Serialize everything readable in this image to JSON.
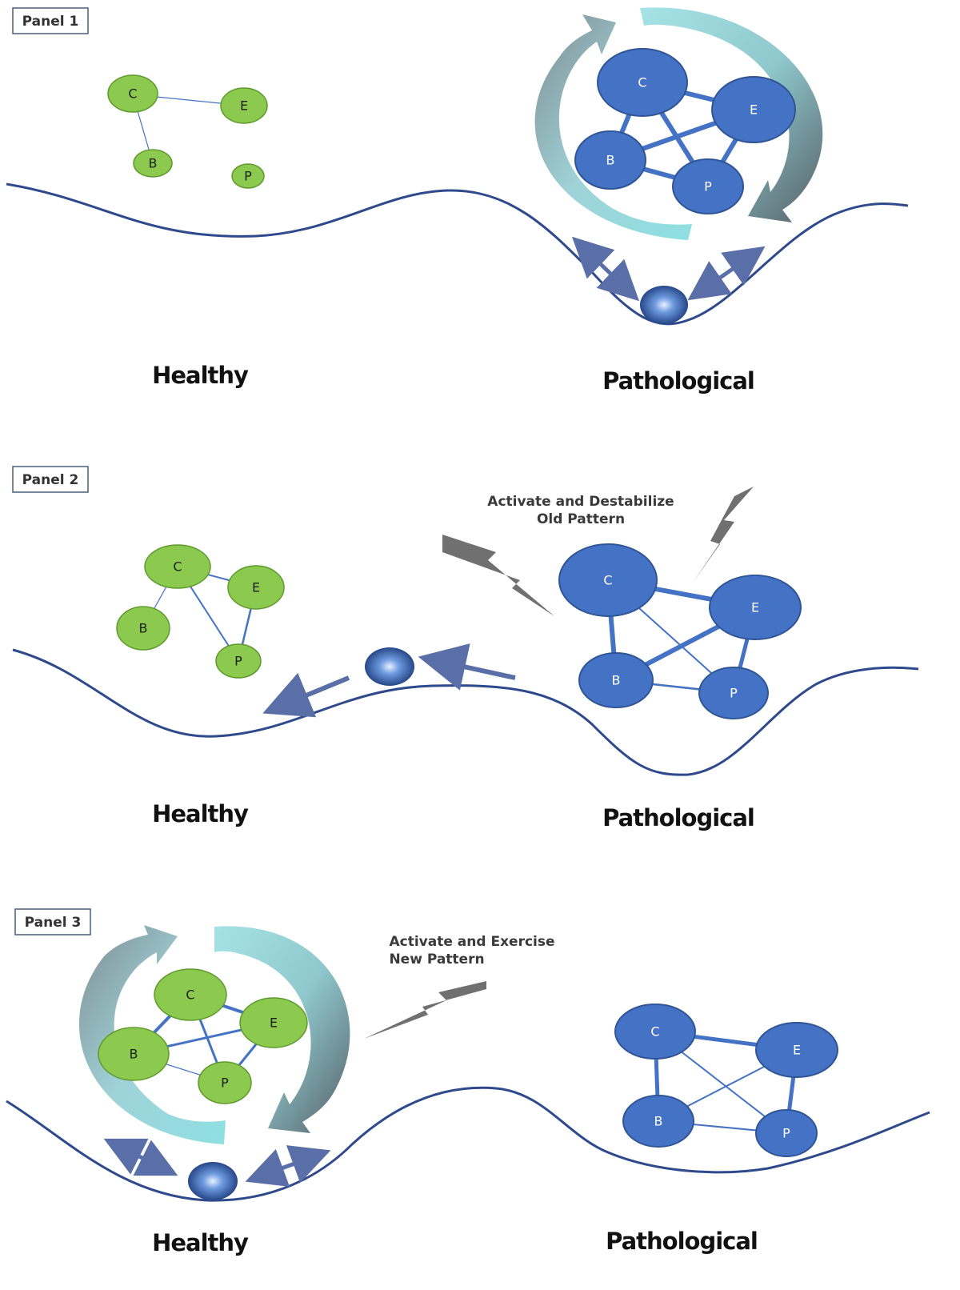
{
  "colors": {
    "green_node": "#8cc94f",
    "green_stroke": "#5f9a2e",
    "blue_node": "#4472c4",
    "blue_stroke": "#2f5597",
    "landscape": "#2e4a8c",
    "arrow": "#5a6fa8",
    "bolt": "#707070"
  },
  "panels": [
    {
      "tag": "Panel 1",
      "healthy_label": "Healthy",
      "pathological_label": "Pathological",
      "annotation": [],
      "healthy_nodes": [
        "C",
        "E",
        "B",
        "P"
      ],
      "pathological_nodes": [
        "C",
        "E",
        "B",
        "P"
      ]
    },
    {
      "tag": "Panel 2",
      "healthy_label": "Healthy",
      "pathological_label": "Pathological",
      "annotation": [
        "Activate and Destabilize",
        "Old Pattern"
      ],
      "healthy_nodes": [
        "C",
        "E",
        "B",
        "P"
      ],
      "pathological_nodes": [
        "C",
        "E",
        "B",
        "P"
      ]
    },
    {
      "tag": "Panel 3",
      "healthy_label": "Healthy",
      "pathological_label": "Pathological",
      "annotation": [
        "Activate and Exercise",
        "New Pattern"
      ],
      "healthy_nodes": [
        "C",
        "E",
        "B",
        "P"
      ],
      "pathological_nodes": [
        "C",
        "E",
        "B",
        "P"
      ]
    }
  ]
}
